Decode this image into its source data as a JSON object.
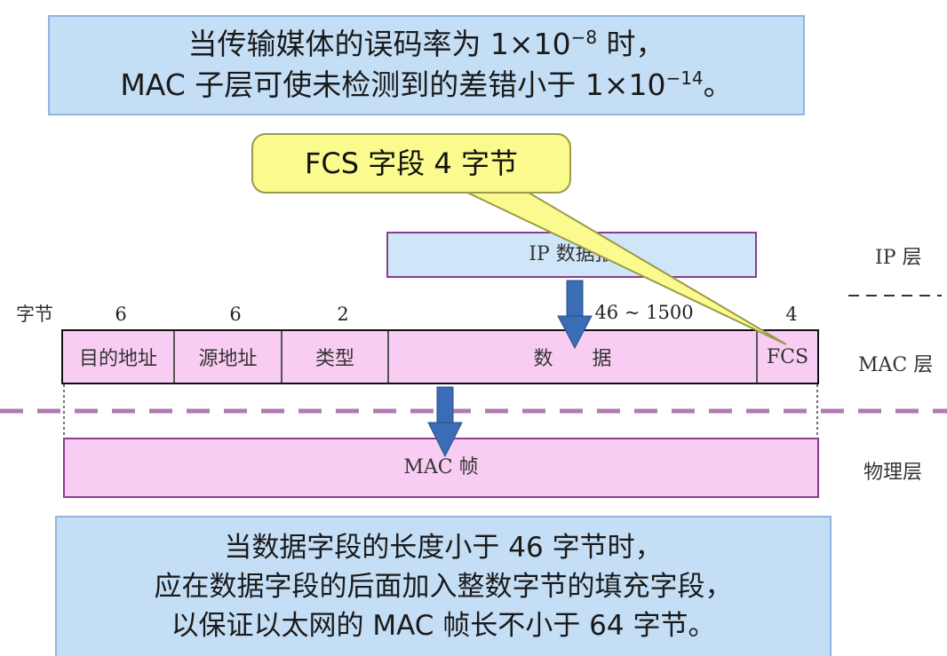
{
  "top_note": {
    "line1_prefix": "当传输媒体的误码率为 1×10",
    "line1_exp": "−8",
    "line1_suffix": " 时，",
    "line2_prefix": "MAC 子层可使未检测到的差错小于 1×10",
    "line2_exp": "−14",
    "line2_suffix": "。"
  },
  "callout": {
    "text": "FCS 字段 4 字节"
  },
  "ip": {
    "datagram": "IP 数据报",
    "layer": "IP 层"
  },
  "bytes_label": "字节",
  "fields": [
    {
      "label": "目的地址",
      "bytes": "6"
    },
    {
      "label": "源地址",
      "bytes": "6"
    },
    {
      "label": "类型",
      "bytes": "2"
    },
    {
      "label": "数　　据",
      "bytes": "46 ~ 1500"
    },
    {
      "label": "FCS",
      "bytes": "4"
    }
  ],
  "mac_layer": "MAC 层",
  "physical": {
    "frame": "MAC 帧",
    "layer": "物理层"
  },
  "bottom_note": {
    "line1": "当数据字段的长度小于 46 字节时，",
    "line2": "应在数据字段的后面加入整数字节的填充字段，",
    "line3": "以保证以太网的 MAC 帧长不小于 64 字节。"
  },
  "colors": {
    "note_bg": "#c4def6",
    "callout_bg": "#fafa8e",
    "frame_bg": "#f9cdf3",
    "border_purple": "#8a3d8f",
    "arrow_blue": "#3a6db5",
    "dash_purple": "#b07ab3"
  }
}
